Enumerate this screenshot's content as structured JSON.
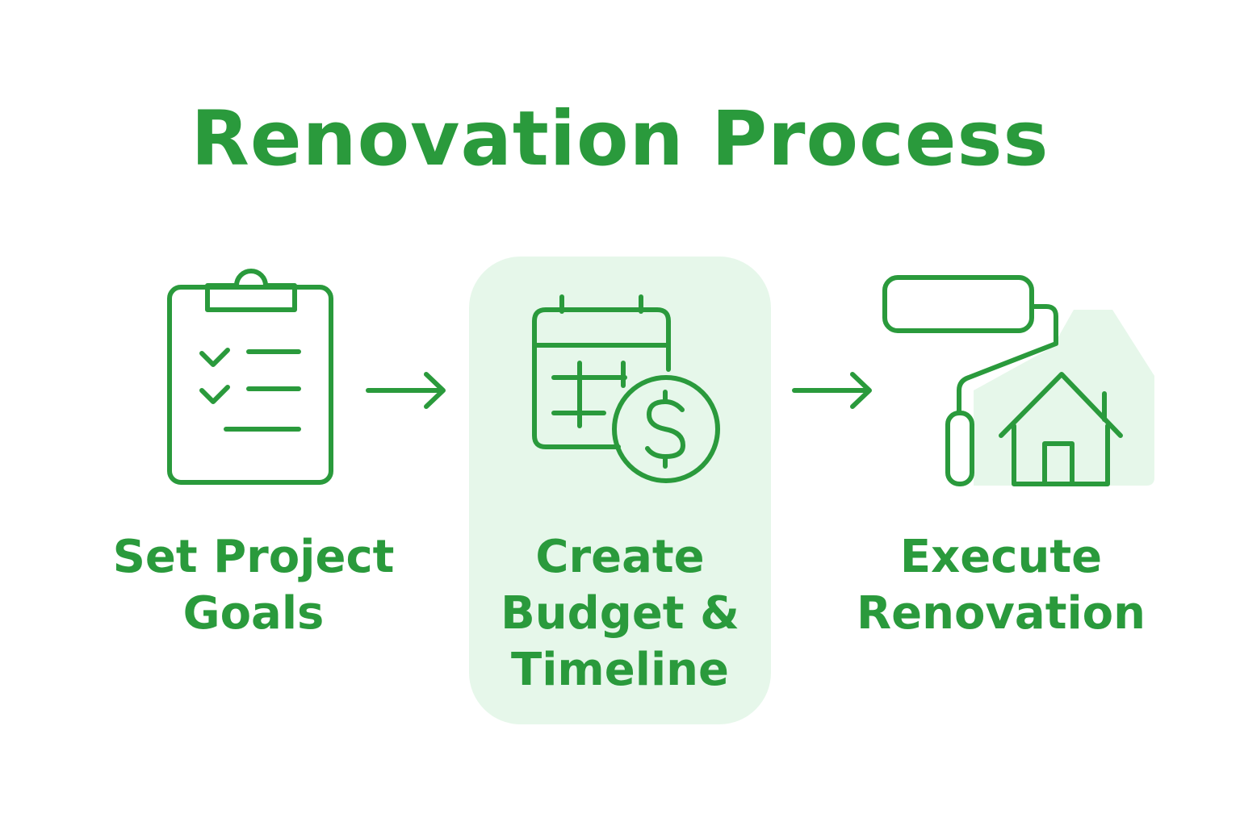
{
  "title": "Renovation Process",
  "colors": {
    "accent": "#2a9a3c",
    "highlight_bg": "#e6f7ea",
    "background": "#ffffff"
  },
  "steps": [
    {
      "icon": "clipboard-checklist-icon",
      "label_lines": [
        "Set Project",
        "Goals"
      ],
      "highlighted": false
    },
    {
      "icon": "calendar-dollar-icon",
      "label_lines": [
        "Create",
        "Budget &",
        "Timeline"
      ],
      "highlighted": true
    },
    {
      "icon": "paint-roller-house-icon",
      "label_lines": [
        "Execute",
        "Renovation"
      ],
      "highlighted": false
    }
  ],
  "connectors": [
    "arrow-right-icon",
    "arrow-right-icon"
  ]
}
